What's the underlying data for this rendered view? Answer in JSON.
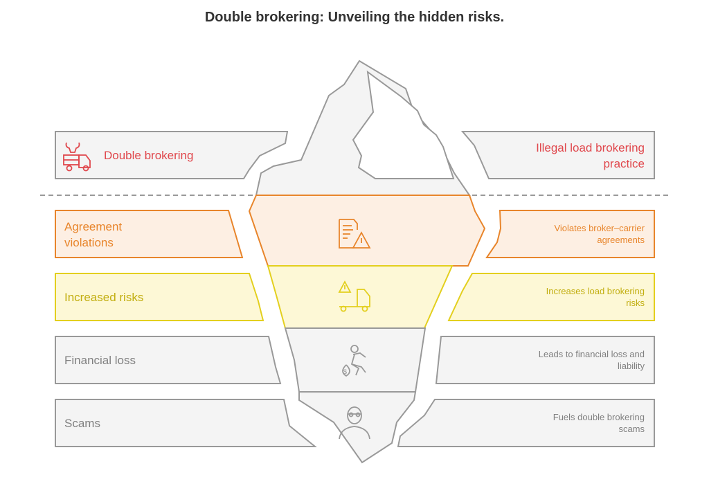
{
  "title": "Double brokering: Unveiling the hidden risks.",
  "colors": {
    "red": "#e0474c",
    "orange": "#e8852b",
    "orange_fill": "#fdefe3",
    "yellow": "#e3cf1e",
    "yellow_fill": "#fdf8d6",
    "yellow_text": "#c2ae10",
    "grey": "#999999",
    "grey_fill": "#f4f4f4",
    "grey_text": "#808080"
  },
  "rows": [
    {
      "label": "Double brokering",
      "description": "Illegal load brokering practice",
      "icon": "truck-bull-icon"
    },
    {
      "label": "Agreement violations",
      "description": "Violates broker–carrier agreements",
      "icon": "document-warning-icon"
    },
    {
      "label": "Increased risks",
      "description": "Increases load brokering risks",
      "icon": "truck-warning-icon"
    },
    {
      "label": "Financial loss",
      "description": "Leads to financial loss and liability",
      "icon": "thief-money-bag-icon"
    },
    {
      "label": "Scams",
      "description": "Fuels double brokering scams",
      "icon": "masked-person-icon"
    }
  ]
}
